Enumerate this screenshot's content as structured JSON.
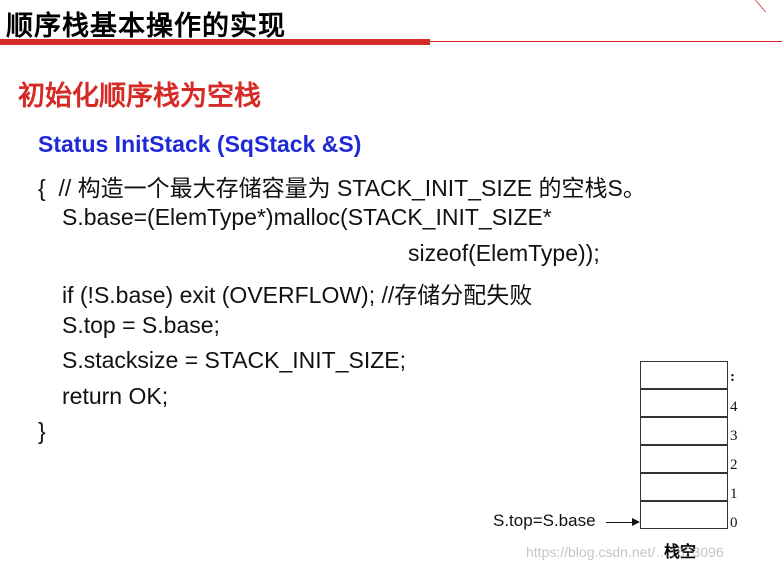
{
  "slide": {
    "title": "顺序栈基本操作的实现",
    "section_heading": "初始化顺序栈为空栈"
  },
  "code": {
    "signature": "Status InitStack (SqStack &S)",
    "line1": "{  // 构造一个最大存储容量为 STACK_INIT_SIZE 的空栈S。",
    "line2": "S.base=(ElemType*)malloc(STACK_INIT_SIZE*",
    "line3": "sizeof(ElemType));",
    "line4": "if (!S.base) exit (OVERFLOW); //存储分配失败",
    "line5": "S.top = S.base;",
    "line6": "S.stacksize = STACK_INIT_SIZE;",
    "line7": "return OK;",
    "line8": "}"
  },
  "diagram": {
    "indices": [
      ":",
      "4",
      "3",
      "2",
      "1",
      "0"
    ],
    "caption": "栈空",
    "pointer_label": "S.top=S.base"
  },
  "watermark": "https://blog.csdn.net/…1523096",
  "colors": {
    "accent_red": "#d62a27",
    "signature_blue": "#1f2ad6"
  }
}
